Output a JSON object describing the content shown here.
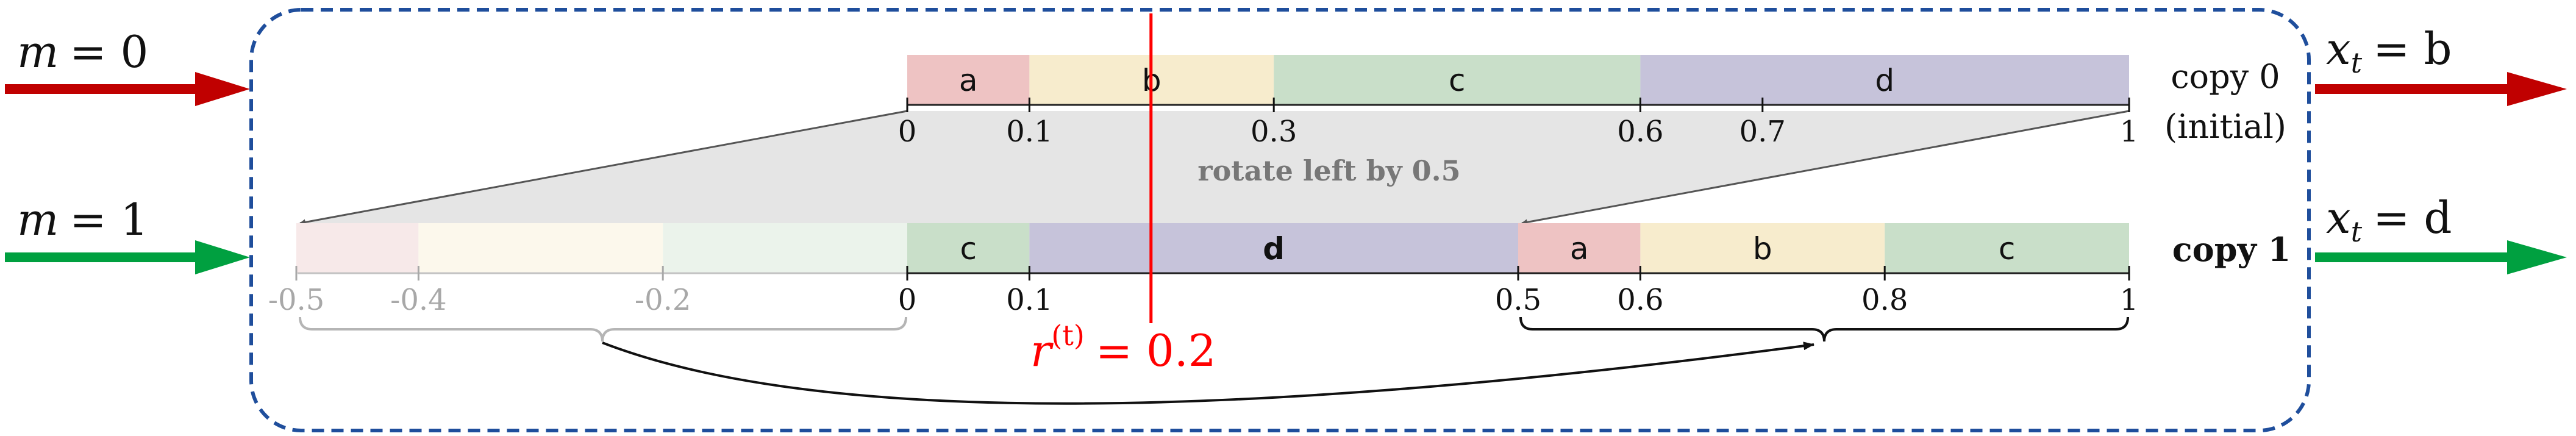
{
  "inputs": [
    {
      "lhs": "m",
      "rhs": "= 0",
      "color": "#c00000"
    },
    {
      "lhs": "m",
      "rhs": "= 1",
      "color": "#00a040"
    }
  ],
  "outputs": [
    {
      "lhs": "x",
      "sub": "t",
      "rhs": "= b",
      "color": "#c00000"
    },
    {
      "lhs": "x",
      "sub": "t",
      "rhs": "= d",
      "color": "#00a040"
    }
  ],
  "copy0": {
    "label_line1": "copy 0",
    "label_line2": "(initial)",
    "segments": [
      {
        "label": "a",
        "start": 0,
        "end": 0.1,
        "color": "#eec3c3"
      },
      {
        "label": "b",
        "start": 0.1,
        "end": 0.3,
        "color": "#f7eccd"
      },
      {
        "label": "c",
        "start": 0.3,
        "end": 0.6,
        "color": "#c9dfc9"
      },
      {
        "label": "d",
        "start": 0.6,
        "end": 1,
        "color": "#c6c3da"
      }
    ],
    "ticks": [
      "0",
      "0.1",
      "0.3",
      "0.6",
      "0.7",
      "1"
    ]
  },
  "rotate_label": "rotate left by 0.5",
  "copy1": {
    "label": "copy 1",
    "faded_segments": [
      {
        "start": -0.5,
        "end": -0.4,
        "color": "#f7e9e9"
      },
      {
        "start": -0.4,
        "end": -0.2,
        "color": "#fcf8ec"
      },
      {
        "start": -0.2,
        "end": 0,
        "color": "#ebf3eb"
      }
    ],
    "segments": [
      {
        "label": "c",
        "start": 0,
        "end": 0.1,
        "color": "#c9dfc9"
      },
      {
        "label": "d",
        "start": 0.1,
        "end": 0.5,
        "color": "#c6c3da"
      },
      {
        "label": "a",
        "start": 0.5,
        "end": 0.6,
        "color": "#eec3c3"
      },
      {
        "label": "b",
        "start": 0.6,
        "end": 0.8,
        "color": "#f7eccd"
      },
      {
        "label": "c",
        "start": 0.8,
        "end": 1,
        "color": "#c9dfc9"
      }
    ],
    "faded_ticks": [
      "-0.5",
      "-0.4",
      "-0.2"
    ],
    "ticks": [
      "0",
      "0.1",
      "0.5",
      "0.6",
      "0.8",
      "1"
    ]
  },
  "threshold": {
    "lhs": "r",
    "sup": "(t)",
    "rhs": "= 0.2",
    "value": 0.2,
    "color": "#ff0000"
  },
  "frame_color": "#1f4e9c"
}
